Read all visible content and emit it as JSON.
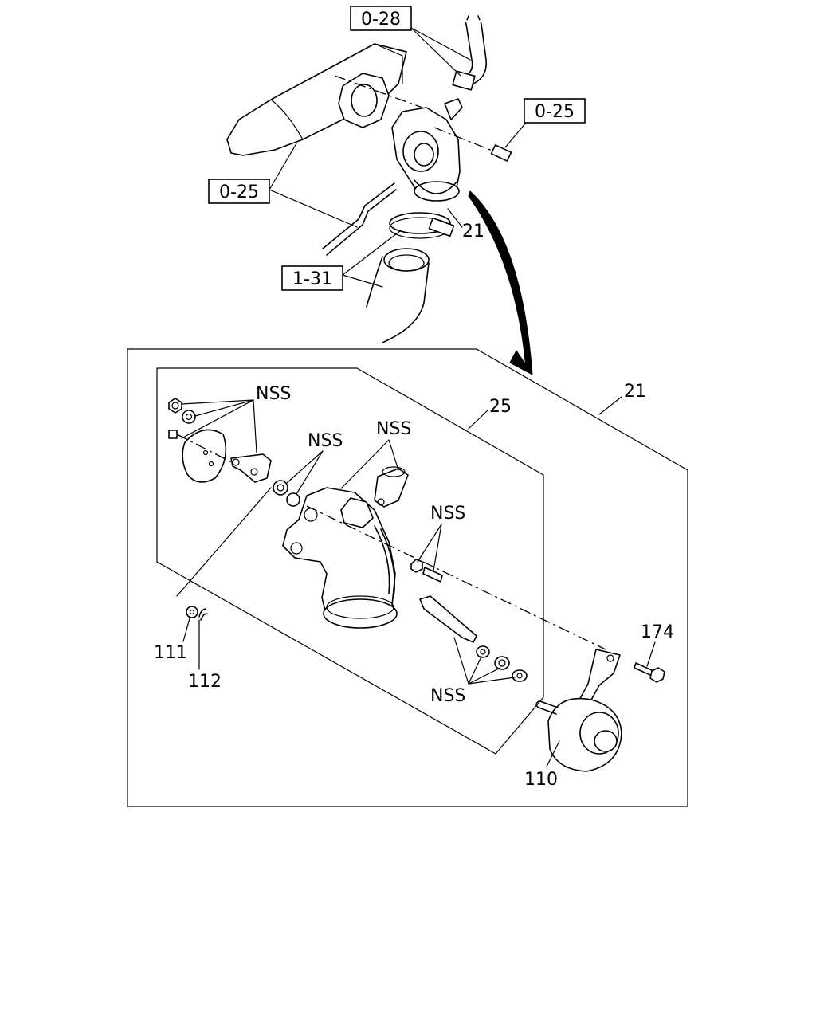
{
  "refs": {
    "r0_28": "0-28",
    "r0_25a": "0-25",
    "r0_25b": "0-25",
    "r1_31": "1-31"
  },
  "callouts": {
    "c21_top": "21",
    "c21_frame": "21",
    "c25": "25",
    "nss_1": "NSS",
    "nss_2": "NSS",
    "nss_3": "NSS",
    "nss_4": "NSS",
    "nss_5": "NSS",
    "c111": "111",
    "c112": "112",
    "c110": "110",
    "c174": "174"
  }
}
